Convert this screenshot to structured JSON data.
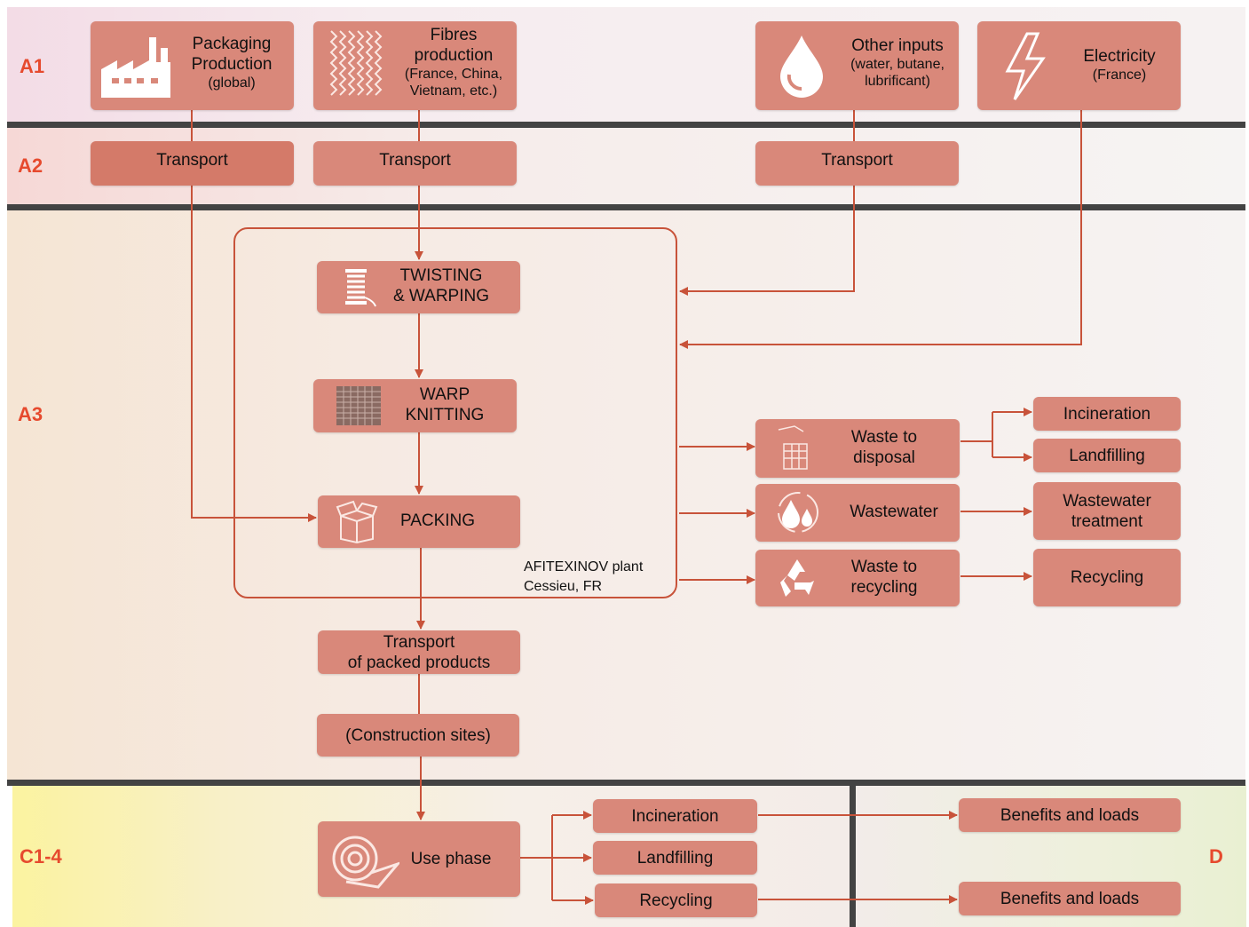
{
  "stages": {
    "a1": "A1",
    "a2": "A2",
    "a3": "A3",
    "c": "C1-4",
    "d": "D"
  },
  "a1": {
    "packaging": {
      "title": "Packaging\nProduction",
      "sub": "(global)",
      "icon": "factory-icon"
    },
    "fibres": {
      "title": "Fibres\nproduction",
      "sub": "(France, China,\nVietnam, etc.)",
      "icon": "wavy-fibres-icon"
    },
    "other": {
      "title": "Other inputs",
      "sub": "(water, butane,\nlubrificant)",
      "icon": "water-drop-icon"
    },
    "electricity": {
      "title": "Electricity",
      "sub": "(France)",
      "icon": "lightning-icon"
    }
  },
  "a2": {
    "transport_1": "Transport",
    "transport_2": "Transport",
    "transport_3": "Transport"
  },
  "a3": {
    "twisting": "TWISTING\n& WARPING",
    "knitting": "WARP\nKNITTING",
    "packing": "PACKING",
    "plant_label": "AFITEXINOV plant\nCessieu, FR",
    "waste_disposal": "Waste to\ndisposal",
    "wastewater": "Wastewater",
    "waste_recycling": "Waste to\nrecycling",
    "incineration": "Incineration",
    "landfilling": "Landfilling",
    "wastewater_treatment": "Wastewater\ntreatment",
    "recycling": "Recycling",
    "transport_packed": "Transport\nof packed products",
    "construction": "(Construction sites)"
  },
  "c": {
    "use_phase": "Use phase",
    "incineration": "Incineration",
    "landfilling": "Landfilling",
    "recycling": "Recycling"
  },
  "d": {
    "benefits_1": "Benefits and loads",
    "benefits_2": "Benefits and loads"
  },
  "colors": {
    "box": "#d9887a",
    "stage_label": "#e64a2e",
    "arrow": "#c8533a",
    "divider": "#434343"
  }
}
